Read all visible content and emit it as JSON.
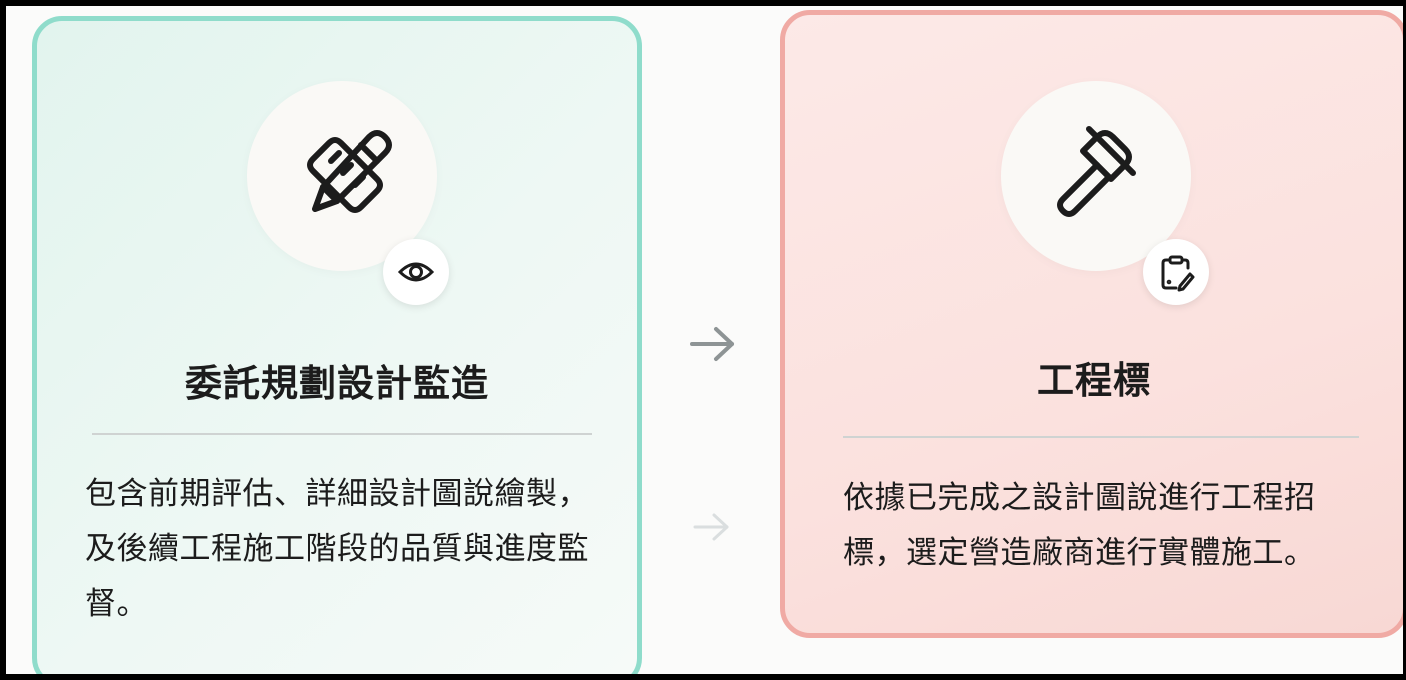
{
  "steps": [
    {
      "title": "委託規劃設計監造",
      "description": "包含前期評估、詳細設計圖說繪製，及後續工程施工階段的品質與進度監督。",
      "icon": "ruler-pencil-icon",
      "badge_icon": "eye-icon",
      "color": "#8fdccb"
    },
    {
      "title": "工程標",
      "description": "依據已完成之設計圖說進行工程招標，選定營造廠商進行實體施工。",
      "icon": "gavel-icon",
      "badge_icon": "clipboard-edit-icon",
      "color": "#f0aaa4"
    }
  ],
  "connector_icon": "arrow-right-icon"
}
